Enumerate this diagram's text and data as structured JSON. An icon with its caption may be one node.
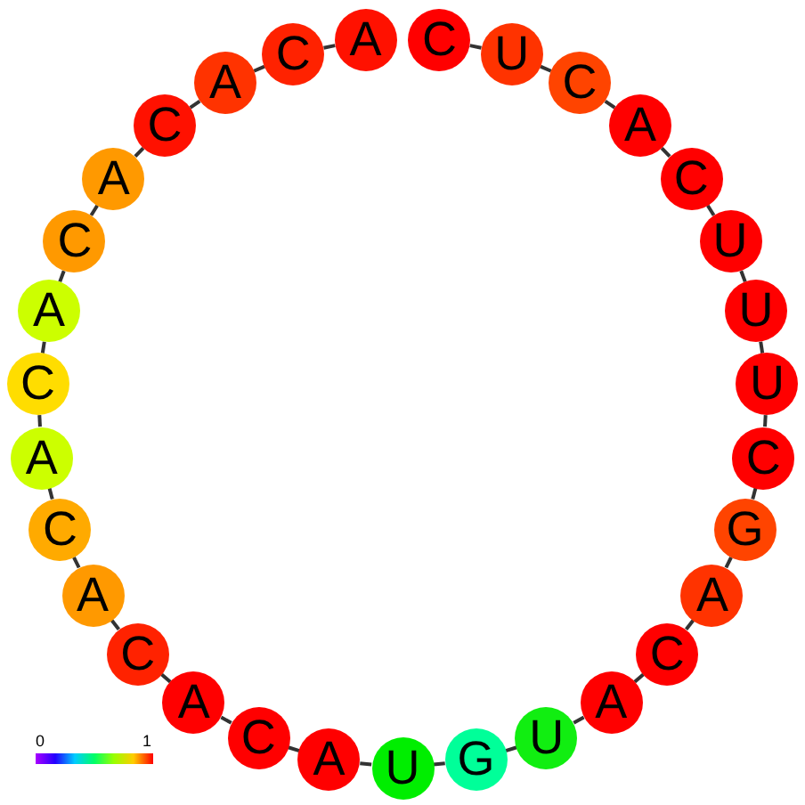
{
  "diagram": {
    "nodes": [
      {
        "text": [
          "C"
        ]
      },
      {
        "text": [
          "U"
        ]
      },
      {
        "text": [
          "C"
        ]
      },
      {
        "text": [
          "A"
        ]
      },
      {
        "text": [
          "C"
        ]
      },
      {
        "text": [
          "U"
        ]
      },
      {
        "text": [
          "U"
        ]
      },
      {
        "text": [
          "U"
        ]
      },
      {
        "text": [
          "C"
        ]
      },
      {
        "text": [
          "G"
        ]
      },
      {
        "text": [
          "A"
        ]
      },
      {
        "text": [
          "C"
        ]
      },
      {
        "text": [
          "A"
        ]
      },
      {
        "text": [
          "U"
        ]
      },
      {
        "text": [
          "G"
        ]
      },
      {
        "text": [
          "U"
        ]
      },
      {
        "text": [
          "A"
        ]
      },
      {
        "text": [
          "C"
        ]
      },
      {
        "text": [
          "A"
        ]
      },
      {
        "text": [
          "C"
        ]
      },
      {
        "text": [
          "A"
        ]
      },
      {
        "text": [
          "C"
        ]
      },
      {
        "text": [
          "A"
        ]
      },
      {
        "text": [
          "C"
        ]
      },
      {
        "text": [
          "A"
        ]
      },
      {
        "text": [
          "C"
        ]
      },
      {
        "text": [
          "A"
        ]
      },
      {
        "text": [
          "C"
        ]
      },
      {
        "text": [
          "A"
        ]
      },
      {
        "text": [
          "C"
        ]
      },
      {
        "text": [
          "A"
        ]
      }
    ],
    "edges": [
      {
        "from": 0,
        "to": 1,
        "arrow": "none"
      },
      {
        "from": 1,
        "to": 2,
        "arrow": "none"
      },
      {
        "from": 2,
        "to": 3,
        "arrow": "none"
      },
      {
        "from": 3,
        "to": 4,
        "arrow": "none"
      },
      {
        "from": 4,
        "to": 5,
        "arrow": "none"
      },
      {
        "from": 5,
        "to": 6,
        "arrow": "none"
      },
      {
        "from": 6,
        "to": 7,
        "arrow": "none"
      },
      {
        "from": 7,
        "to": 8,
        "arrow": "none"
      },
      {
        "from": 8,
        "to": 9,
        "arrow": "none"
      },
      {
        "from": 9,
        "to": 10,
        "arrow": "none"
      },
      {
        "from": 10,
        "to": 11,
        "arrow": "none"
      },
      {
        "from": 11,
        "to": 12,
        "arrow": "none"
      },
      {
        "from": 12,
        "to": 13,
        "arrow": "none"
      },
      {
        "from": 13,
        "to": 14,
        "arrow": "none"
      },
      {
        "from": 14,
        "to": 15,
        "arrow": "none"
      },
      {
        "from": 15,
        "to": 16,
        "arrow": "none"
      },
      {
        "from": 16,
        "to": 17,
        "arrow": "none"
      },
      {
        "from": 17,
        "to": 18,
        "arrow": "none"
      },
      {
        "from": 18,
        "to": 19,
        "arrow": "none"
      },
      {
        "from": 19,
        "to": 20,
        "arrow": "none"
      },
      {
        "from": 20,
        "to": 21,
        "arrow": "none"
      },
      {
        "from": 21,
        "to": 22,
        "arrow": "none"
      },
      {
        "from": 22,
        "to": 23,
        "arrow": "none"
      },
      {
        "from": 23,
        "to": 24,
        "arrow": "none"
      },
      {
        "from": 24,
        "to": 25,
        "arrow": "none"
      },
      {
        "from": 25,
        "to": 26,
        "arrow": "none"
      },
      {
        "from": 26,
        "to": 27,
        "arrow": "none"
      },
      {
        "from": 27,
        "to": 28,
        "arrow": "none"
      },
      {
        "from": 28,
        "to": 29,
        "arrow": "none"
      },
      {
        "from": 29,
        "to": 30,
        "arrow": "none"
      }
    ],
    "labels": [
      "0",
      "1"
    ]
  }
}
